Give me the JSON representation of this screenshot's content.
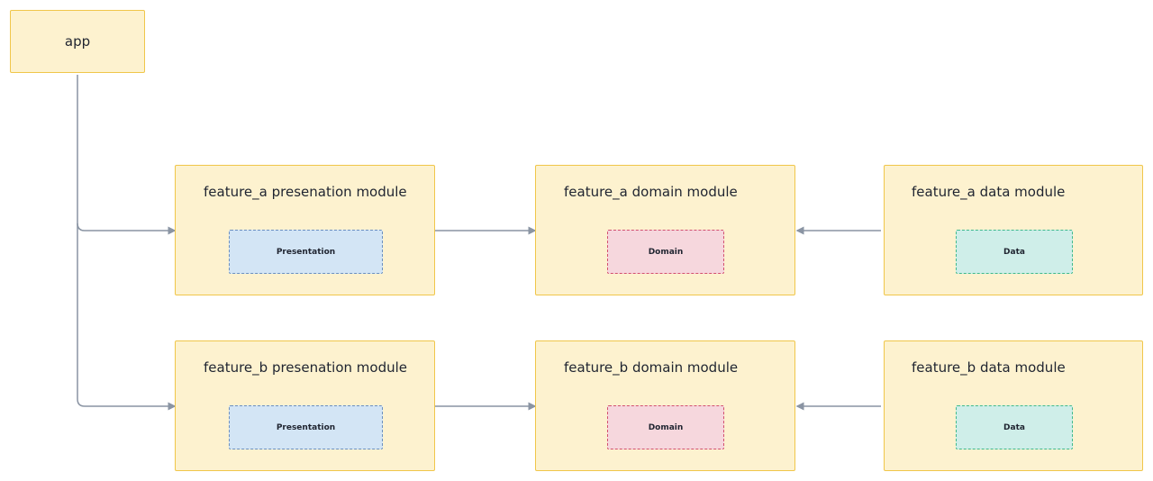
{
  "app": {
    "label": "app"
  },
  "rows": {
    "a": {
      "presentation": {
        "title": "feature_a presenation module",
        "inner": "Presentation"
      },
      "domain": {
        "title": "feature_a domain module",
        "inner": "Domain"
      },
      "data": {
        "title": "feature_a data module",
        "inner": "Data"
      }
    },
    "b": {
      "presentation": {
        "title": "feature_b presenation module",
        "inner": "Presentation"
      },
      "domain": {
        "title": "feature_b domain module",
        "inner": "Domain"
      },
      "data": {
        "title": "feature_b data module",
        "inner": "Data"
      }
    }
  },
  "colors": {
    "module_fill": "#fdf2cf",
    "module_border": "#f0c64a",
    "presentation_fill": "#d3e5f5",
    "domain_fill": "#f6d7dd",
    "data_fill": "#cfeee9",
    "connector": "#8a94a3"
  }
}
